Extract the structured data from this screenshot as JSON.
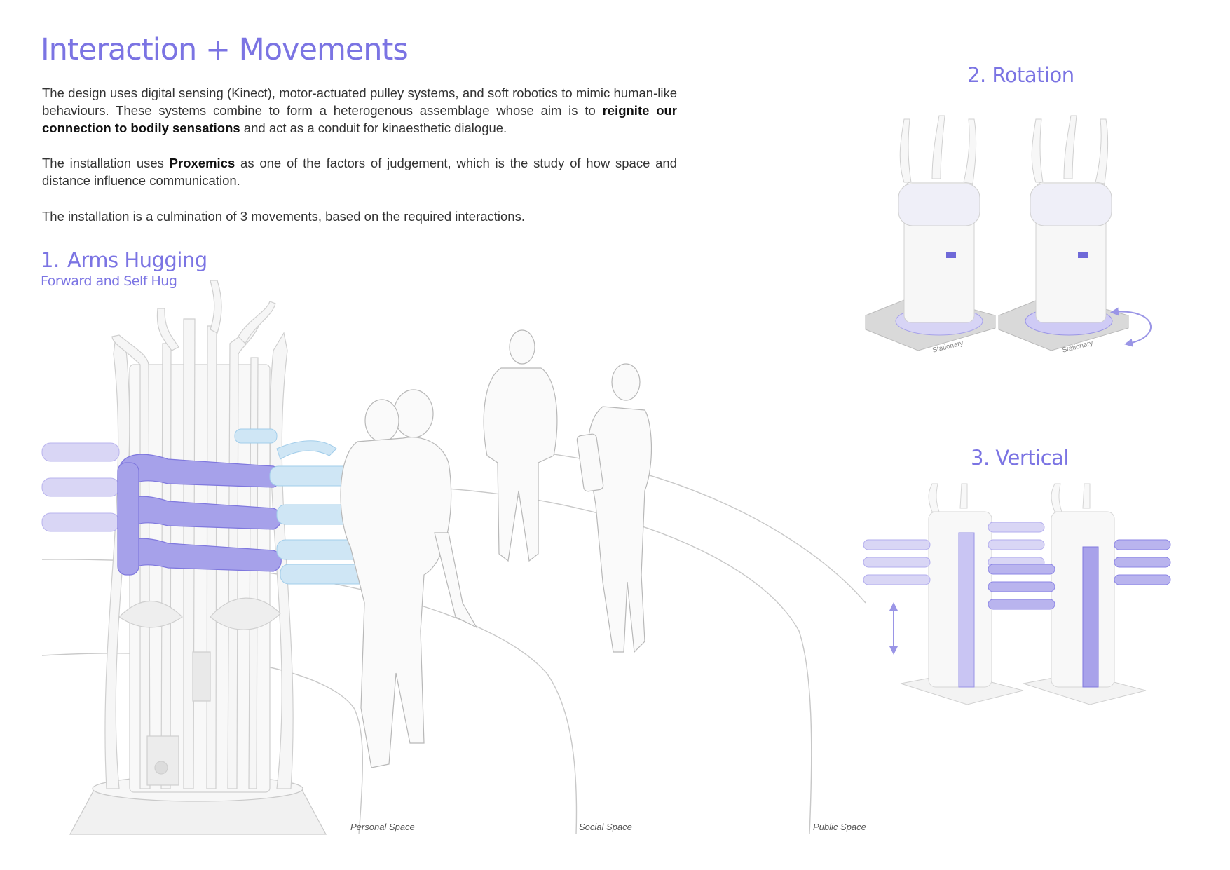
{
  "title": "Interaction + Movements",
  "intro": {
    "p1_a": "The design uses digital sensing (Kinect), motor-actuated pulley systems, and soft robotics to mimic human-like behaviours. These systems combine to form a heterogenous assemblage whose aim is to ",
    "p1_b": "reignite our connection to bodily sensations",
    "p1_c": " and act as a conduit for kinaesthetic dialogue.",
    "p2_a": "The installation uses ",
    "p2_b": "Proxemics",
    "p2_c": " as one of the factors of judgement, which is the study of  how space and distance influence communication.",
    "p3": "The installation is a culmination of 3 movements, based on the required interactions."
  },
  "movements": {
    "m1_num": "1.",
    "m1_title": "Arms Hugging",
    "m1_sub": "Forward and Self Hug",
    "m2_title": "2. Rotation",
    "m3_title": "3. Vertical"
  },
  "rotation_labels": {
    "left": "Stationary",
    "right": "Stationary"
  },
  "zones": {
    "personal": "Personal Space",
    "social": "Social Space",
    "public": "Public Space"
  },
  "colors": {
    "accent": "#7b74e3",
    "actuator_purple": "#8c86e6",
    "actuator_blue": "#a9d3ee",
    "line": "#bdbdbd"
  }
}
